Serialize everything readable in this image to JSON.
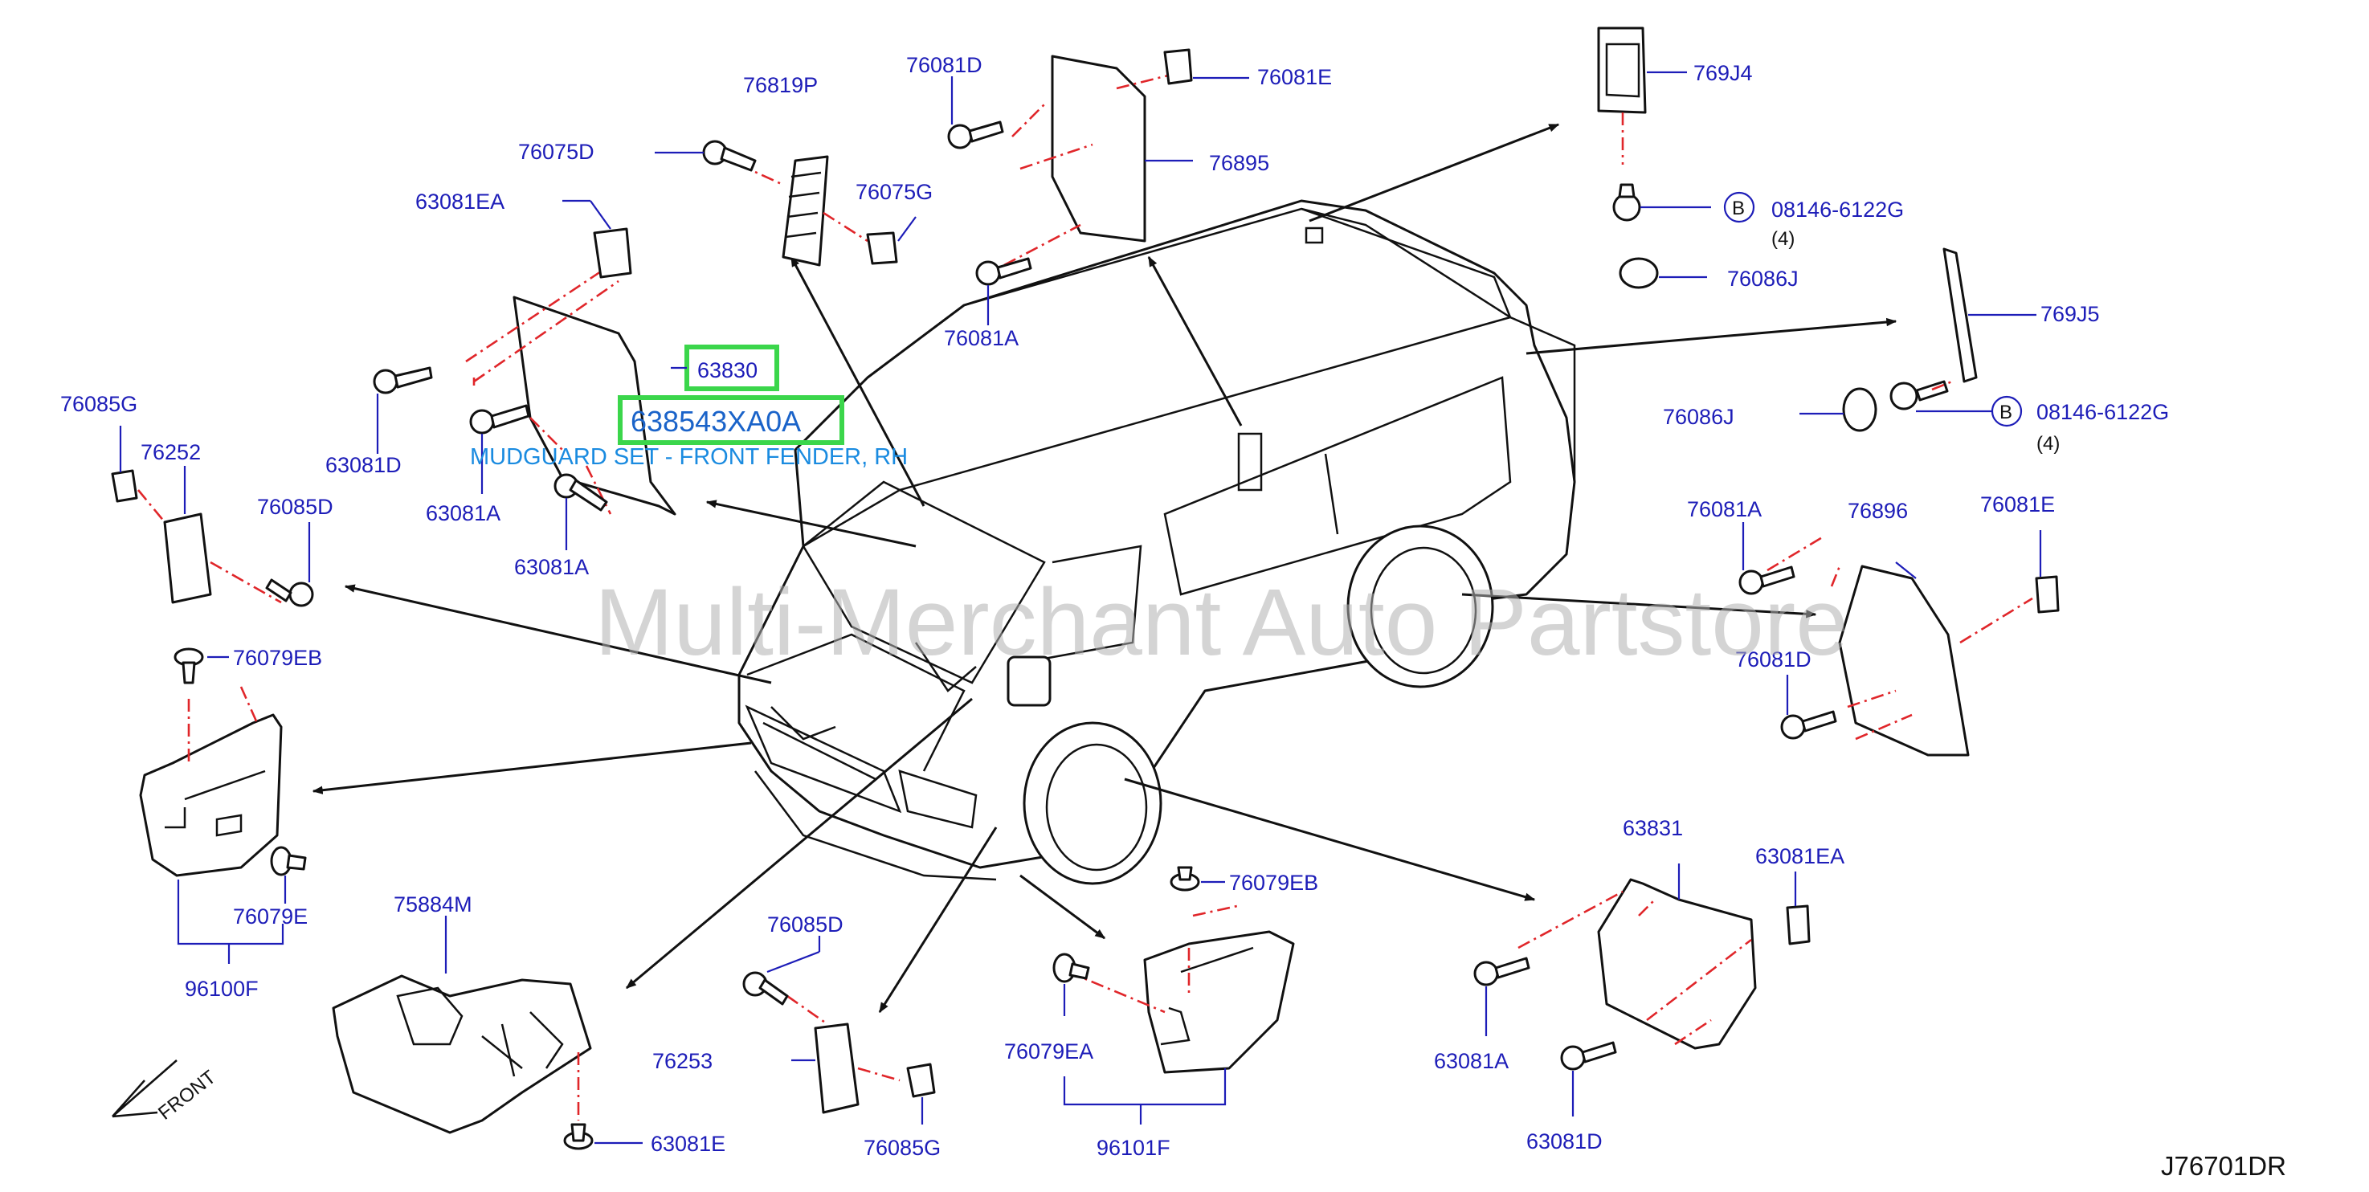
{
  "diagram": {
    "watermark": "Multi-Merchant Auto Partstore",
    "ref_code": "J76701DR",
    "front_label": "FRONT",
    "highlight": {
      "primary": "63830",
      "secondary": "638543XA0A",
      "description": "MUDGUARD SET - FRONT FENDER, RH"
    },
    "labels": {
      "p76819P": "76819P",
      "p76081D_top": "76081D",
      "p76081E_top": "76081E",
      "p769J4": "769J4",
      "p76075D": "76075D",
      "p76075G": "76075G",
      "p76895": "76895",
      "p63081EA_top": "63081EA",
      "p08146_a": "08146-6122G",
      "p4_a": "(4)",
      "p76086J_a": "76086J",
      "p76081A_top": "76081A",
      "p769J5": "769J5",
      "p76085G_left": "76085G",
      "p76252": "76252",
      "p63081D_left": "63081D",
      "p63081A_left": "63081A",
      "p63081A_left2": "63081A",
      "p76085D_left": "76085D",
      "p76086J_b": "76086J",
      "p08146_b": "08146-6122G",
      "p4_b": "(4)",
      "p76081A_right": "76081A",
      "p76896": "76896",
      "p76081E_right": "76081E",
      "p76081D_right": "76081D",
      "p76079EB_left": "76079EB",
      "p76079E": "76079E",
      "p96100F": "96100F",
      "p75884M": "75884M",
      "p63831": "63831",
      "p63081EA_right": "63081EA",
      "p76085D_bottom": "76085D",
      "p76079EB_bottom": "76079EB",
      "p76253": "76253",
      "p76079EA": "76079EA",
      "p63081A_bottom": "63081A",
      "p63081E": "63081E",
      "p76085G_bottom": "76085G",
      "p96101F": "96101F",
      "p63081D_bottom": "63081D",
      "bolt_mark_a": "B",
      "bolt_mark_b": "B"
    }
  }
}
